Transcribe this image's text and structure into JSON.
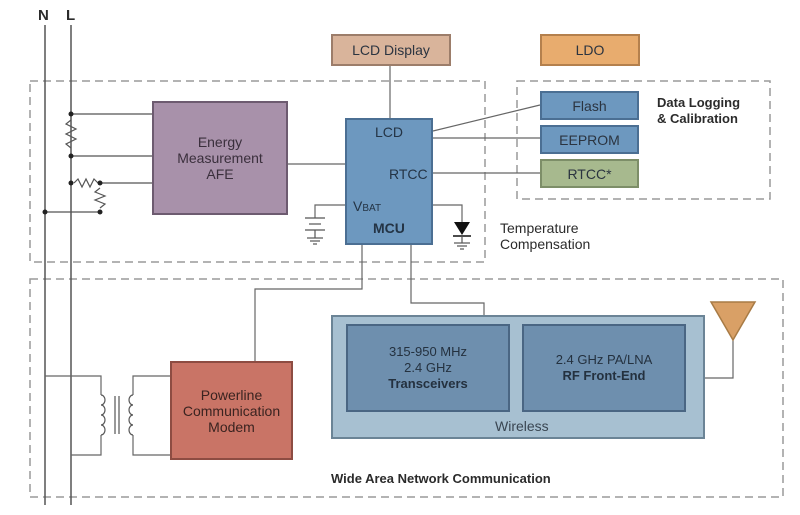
{
  "rails": {
    "neutral": "N",
    "line": "L"
  },
  "blocks": {
    "lcd_display": "LCD Display",
    "ldo": "LDO",
    "afe": [
      "Energy",
      "Measurement",
      "AFE"
    ],
    "mcu": {
      "lcd_pin": "LCD",
      "rtcc_pin": "RTCC",
      "vbat_pin_v": "V",
      "vbat_pin_sub": "BAT",
      "name": "MCU"
    },
    "flash": "Flash",
    "eeprom": "EEPROM",
    "rtcc_ext": "RTCC*",
    "plc_modem": [
      "Powerline",
      "Communication",
      "Modem"
    ],
    "transceivers": {
      "line1": "315-950 MHz",
      "line2": "2.4 GHz",
      "line3": "Transceivers"
    },
    "rf_front_end": {
      "line1": "2.4 GHz PA/LNA",
      "line2": "RF Front-End"
    },
    "wireless": "Wireless"
  },
  "regions": {
    "data_logging": [
      "Data Logging",
      "& Calibration"
    ],
    "temperature": [
      "Temperature",
      "Compensation"
    ],
    "wan": "Wide Area Network Communication"
  },
  "colors": {
    "lcd_display": "#d9b49b",
    "ldo": "#e8ac6e",
    "afe": "#a891aa",
    "mcu": "#6d98bf",
    "memory": "#6d98bf",
    "rtcc_ext": "#a7b98e",
    "plc_modem": "#c97466",
    "wireless_outer": "#a7c0d1",
    "wireless_inner": "#6e8fae",
    "antenna": "#d9a066",
    "wire": "#666666",
    "dashed": "#999999"
  }
}
